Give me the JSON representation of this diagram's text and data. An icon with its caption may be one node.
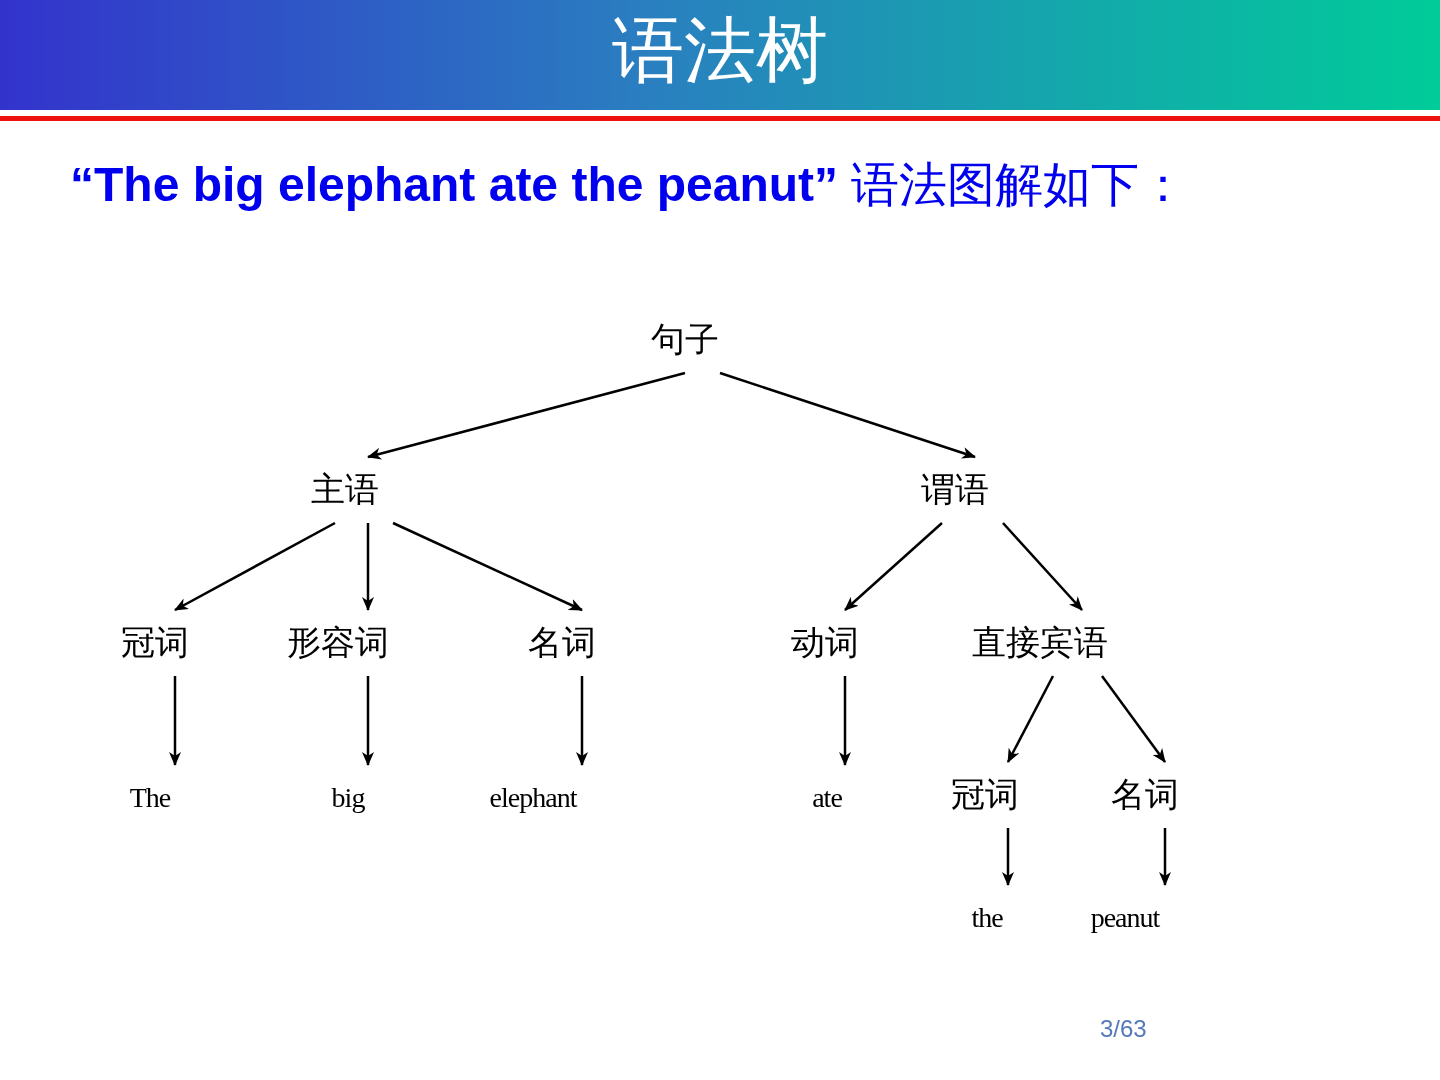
{
  "diagram": {
    "title": "语法树",
    "nodes": [
      {
        "text": [
          "句子"
        ]
      },
      {
        "text": [
          "主语"
        ]
      },
      {
        "text": [
          "谓语"
        ]
      },
      {
        "text": [
          "冠词"
        ]
      },
      {
        "text": [
          "形容词"
        ]
      },
      {
        "text": [
          "名词"
        ]
      },
      {
        "text": [
          "动词"
        ]
      },
      {
        "text": [
          "直接宾语"
        ]
      },
      {
        "text": [
          "The"
        ]
      },
      {
        "text": [
          "big"
        ]
      },
      {
        "text": [
          "elephant"
        ]
      },
      {
        "text": [
          "ate"
        ]
      },
      {
        "text": [
          "冠词"
        ]
      },
      {
        "text": [
          "名词"
        ]
      },
      {
        "text": [
          "the"
        ]
      },
      {
        "text": [
          "peanut"
        ]
      }
    ],
    "edges": [
      {
        "from": 0,
        "to": 1,
        "arrow": "to"
      },
      {
        "from": 0,
        "to": 2,
        "arrow": "to"
      },
      {
        "from": 1,
        "to": 3,
        "arrow": "to"
      },
      {
        "from": 1,
        "to": 4,
        "arrow": "to"
      },
      {
        "from": 1,
        "to": 5,
        "arrow": "to"
      },
      {
        "from": 2,
        "to": 6,
        "arrow": "to"
      },
      {
        "from": 2,
        "to": 7,
        "arrow": "to"
      },
      {
        "from": 3,
        "to": 8,
        "arrow": "to"
      },
      {
        "from": 4,
        "to": 9,
        "arrow": "to"
      },
      {
        "from": 5,
        "to": 10,
        "arrow": "to"
      },
      {
        "from": 6,
        "to": 11,
        "arrow": "to"
      },
      {
        "from": 7,
        "to": 12,
        "arrow": "to"
      },
      {
        "from": 7,
        "to": 13,
        "arrow": "to"
      },
      {
        "from": 12,
        "to": 14,
        "arrow": "to"
      },
      {
        "from": 13,
        "to": 15,
        "arrow": "to"
      }
    ],
    "labels": [
      "**“The big elephant ate the peanut”** 语法图解如下：",
      "3/63"
    ]
  }
}
